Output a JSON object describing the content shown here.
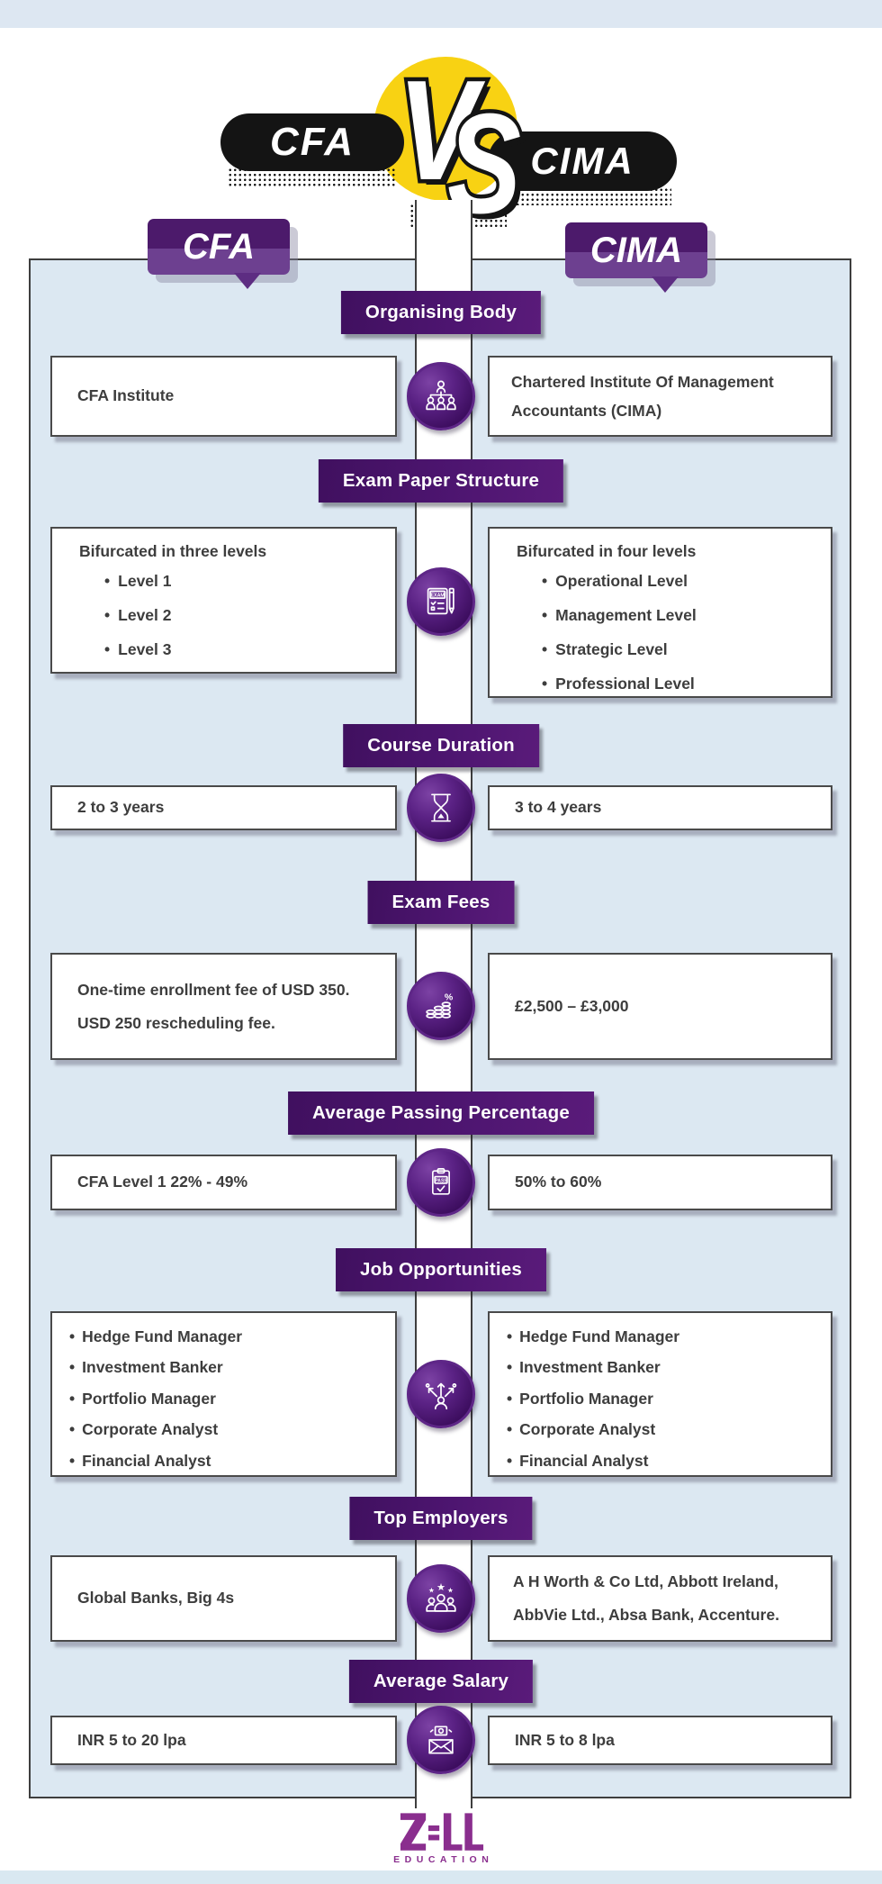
{
  "header": {
    "left_pill": "CFA",
    "vs_letters": [
      "V",
      "S"
    ],
    "right_pill": "CIMA"
  },
  "columns": {
    "left_label": "CFA",
    "right_label": "CIMA"
  },
  "sections": [
    {
      "heading": "Organising Body",
      "icon": "org-chart-icon",
      "cfa": {
        "text": "CFA Institute"
      },
      "cima": {
        "text": "Chartered Institute Of Management Accountants (CIMA)"
      }
    },
    {
      "heading": "Exam Paper Structure",
      "icon": "exam-paper-icon",
      "icon_label": "EXAM",
      "cfa": {
        "text": "Bifurcated in three levels",
        "bullets": [
          "Level 1",
          "Level 2",
          "Level 3"
        ]
      },
      "cima": {
        "text": "Bifurcated in four levels",
        "bullets": [
          "Operational Level",
          "Management Level",
          "Strategic Level",
          "Professional Level"
        ]
      }
    },
    {
      "heading": "Course Duration",
      "icon": "hourglass-icon",
      "cfa": {
        "text": "2 to 3 years"
      },
      "cima": {
        "text": "3 to 4 years"
      }
    },
    {
      "heading": "Exam Fees",
      "icon": "fees-coins-icon",
      "icon_label": "%",
      "cfa": {
        "text": "One-time enrollment fee of USD 350. USD 250 rescheduling fee."
      },
      "cima": {
        "text": "£2,500 – £3,000"
      }
    },
    {
      "heading": "Average Passing Percentage",
      "icon": "pass-clipboard-icon",
      "icon_label": "PASS",
      "cfa": {
        "text": "CFA Level 1 22% - 49%"
      },
      "cima": {
        "text": "50% to 60%"
      }
    },
    {
      "heading": "Job Opportunities",
      "icon": "career-paths-icon",
      "cfa": {
        "bullets": [
          "Hedge Fund Manager",
          "Investment Banker",
          "Portfolio Manager",
          "Corporate Analyst",
          "Financial Analyst"
        ]
      },
      "cima": {
        "bullets": [
          "Hedge Fund Manager",
          "Investment Banker",
          "Portfolio Manager",
          "Corporate Analyst",
          "Financial Analyst"
        ]
      }
    },
    {
      "heading": "Top Employers",
      "icon": "employers-group-icon",
      "cfa": {
        "text": "Global Banks, Big 4s"
      },
      "cima": {
        "text": "A H Worth & Co Ltd, Abbott Ireland, AbbVie Ltd., Absa Bank, Accenture."
      }
    },
    {
      "heading": "Average Salary",
      "icon": "salary-envelope-icon",
      "cfa": {
        "text": "INR 5 to 20 lpa"
      },
      "cima": {
        "text": "INR 5 to 8 lpa"
      }
    }
  ],
  "footer": {
    "logo_text": "ZELL",
    "tagline": "EDUCATION"
  },
  "colors": {
    "banner_purple": "#4a1168",
    "bubble_purple_top": "#4c1a6b",
    "bubble_purple_bottom": "#6d4090",
    "accent_yellow": "#f8d213",
    "panel_blue": "#dce8f2",
    "pill_black": "#141414",
    "text_dark": "#3d3d3d",
    "logo_magenta": "#8a2e8e"
  }
}
